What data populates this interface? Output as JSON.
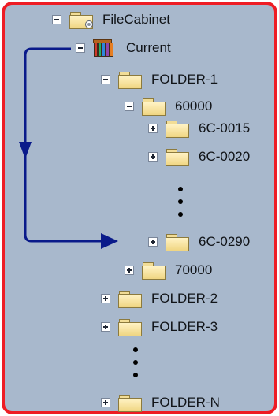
{
  "tree": {
    "root": {
      "label": "FileCabinet"
    },
    "current": {
      "label": "Current"
    },
    "folder1": {
      "label": "FOLDER-1"
    },
    "n60000": {
      "label": "60000"
    },
    "n6c0015": {
      "label": "6C-0015"
    },
    "n6c0020": {
      "label": "6C-0020"
    },
    "n6c0290": {
      "label": "6C-0290"
    },
    "n70000": {
      "label": "70000"
    },
    "folder2": {
      "label": "FOLDER-2"
    },
    "folder3": {
      "label": "FOLDER-3"
    },
    "folderN": {
      "label": "FOLDER-N"
    }
  },
  "colors": {
    "frame_border": "#ee1c24",
    "arrow": "#0a1a8a",
    "panel_bg": "#a8b8cc"
  }
}
